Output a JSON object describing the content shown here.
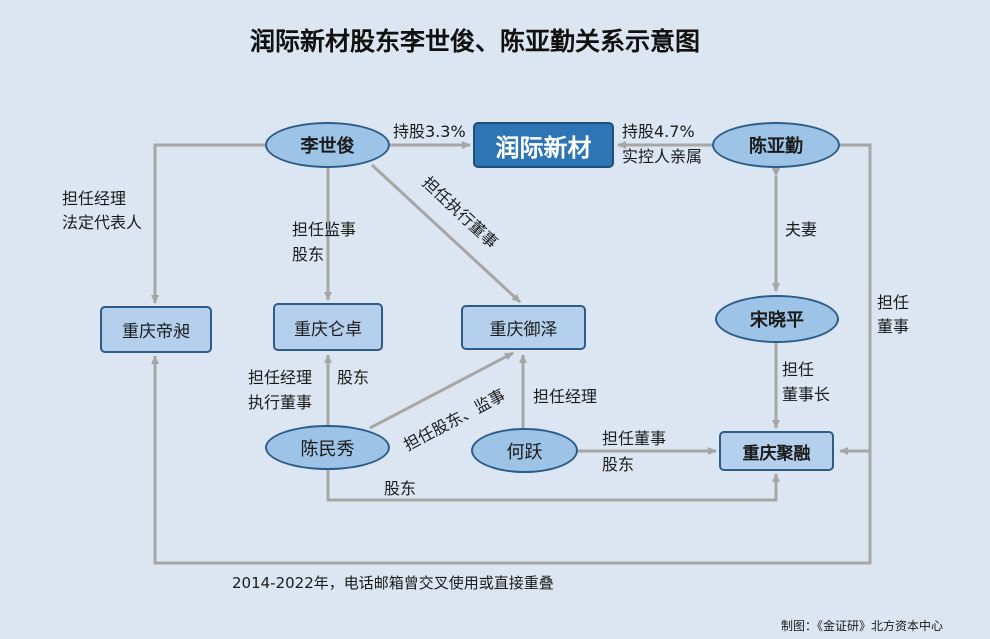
{
  "title": "润际新材股东李世俊、陈亚勤关系示意图",
  "nodes": {
    "li_shijun": "李世俊",
    "runji": "润际新材",
    "chen_yaqin": "陈亚勤",
    "song_xiaoping": "宋晓平",
    "cq_dixi": "重庆帝昶",
    "cq_lunzhuo": "重庆仑卓",
    "cq_yuze": "重庆御泽",
    "chen_minxiu": "陈民秀",
    "he_yue": "何跃",
    "cq_jurong": "重庆聚融"
  },
  "edges": {
    "li_to_runji": "持股3.3%",
    "chen_to_runji_1": "持股4.7%",
    "chen_to_runji_2": "实控人亲属",
    "li_to_dixi_1": "担任经理",
    "li_to_dixi_2": "法定代表人",
    "li_to_lunzhuo_1": "担任监事",
    "li_to_lunzhuo_2": "股东",
    "li_to_yuze": "担任执行董事",
    "couple": "夫妻",
    "chen_to_jurong_1": "担任",
    "chen_to_jurong_2": "董事",
    "song_to_jurong_1": "担任",
    "song_to_jurong_2": "董事长",
    "minxiu_to_lunzhuo_1": "担任经理",
    "minxiu_to_lunzhuo_2": "执行董事",
    "minxiu_to_lunzhuo_3": "股东",
    "minxiu_to_yuze": "担任股东、监事",
    "heyue_to_yuze": "担任经理",
    "heyue_to_jurong_1": "担任董事",
    "heyue_to_jurong_2": "股东",
    "minxiu_to_jurong": "股东"
  },
  "note": "2014-2022年，电话邮箱曾交叉使用或直接重叠",
  "credit": "制图：《金证研》北方资本中心",
  "colors": {
    "background": "#dce6f2",
    "ellipse_fill": "#9dc3e6",
    "box_fill": "#b4d0ec",
    "main_fill": "#2e75b6",
    "outline": "#2e5c8a",
    "line": "#a6a6a6"
  }
}
